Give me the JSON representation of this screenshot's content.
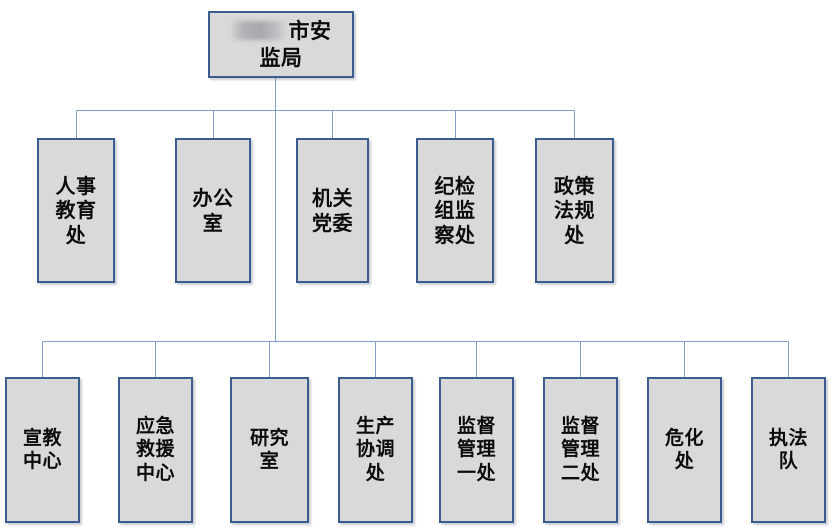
{
  "diagram": {
    "title": "安监局组织结构图",
    "type": "organization-chart",
    "colors": {
      "box_fill": "#d9d9d9",
      "box_border": "#3a5c8f",
      "connector": "#7f9fc6",
      "background": "#ffffff",
      "text": "#0b0b0b"
    },
    "root": {
      "id": "root",
      "redacted_prefix": true,
      "label": "市安\n监局",
      "full_label": "███市安监局"
    },
    "level2": [
      {
        "id": "renshi-jiaoyu-chu",
        "label": "人事\n教育\n处"
      },
      {
        "id": "bangongshi",
        "label": "办公\n室"
      },
      {
        "id": "jiguan-dangwei",
        "label": "机关\n党委"
      },
      {
        "id": "jijian-jiancha-chu",
        "label": "纪检\n组监\n察处"
      },
      {
        "id": "zhengce-fagui-chu",
        "label": "政策\n法规\n处"
      }
    ],
    "level3": [
      {
        "id": "xuanjiao-zhongxin",
        "label": "宣教\n中心"
      },
      {
        "id": "yingji-jiuyuan",
        "label": "应急\n救援\n中心"
      },
      {
        "id": "yanjiushi",
        "label": "研究\n室"
      },
      {
        "id": "shengchan-xietiao",
        "label": "生产\n协调\n处"
      },
      {
        "id": "jiandu-guanli-yichu",
        "label": "监督\n管理\n一处"
      },
      {
        "id": "jiandu-guanli-erchu",
        "label": "监督\n管理\n二处"
      },
      {
        "id": "weihua-chu",
        "label": "危化\n处"
      },
      {
        "id": "zhifa-dui",
        "label": "执法\n队"
      }
    ]
  }
}
